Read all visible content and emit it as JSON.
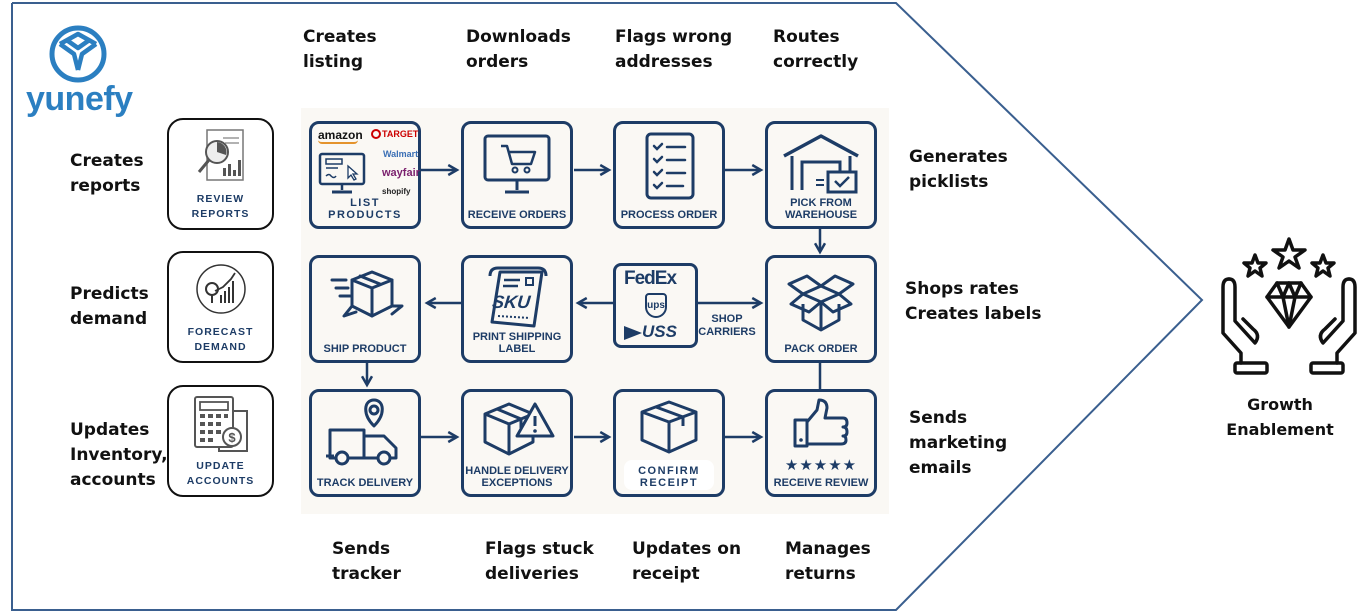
{
  "brand": {
    "name": "yunefy",
    "logo_icon": "yunefy-logo-icon",
    "brand_color": "#2b7fc1"
  },
  "colors": {
    "outline": "#3a5f8f",
    "card_navy": "#1d3c66",
    "panel_bg": "#faf8f4",
    "text": "#111111"
  },
  "top_labels": [
    {
      "text": "Creates\nlisting"
    },
    {
      "text": "Downloads\norders"
    },
    {
      "text": "Flags wrong\naddresses"
    },
    {
      "text": "Routes\ncorrectly"
    }
  ],
  "bottom_labels": [
    {
      "text": "Sends\ntracker"
    },
    {
      "text": "Flags stuck\ndeliveries"
    },
    {
      "text": "Updates on\nreceipt"
    },
    {
      "text": "Manages\nreturns"
    }
  ],
  "right_labels": [
    {
      "text": "Generates\npicklists"
    },
    {
      "text": "Shops rates\nCreates labels"
    },
    {
      "text": "Sends\nmarketing\nemails"
    }
  ],
  "left_labels": [
    {
      "text": "Creates\nreports"
    },
    {
      "text": "Predicts\ndemand"
    },
    {
      "text": "Updates\nInventory,\naccounts"
    }
  ],
  "side_cards": [
    {
      "label": "REVIEW\nREPORTS",
      "icon": "report-magnifier-icon"
    },
    {
      "label": "FORECAST\nDEMAND",
      "icon": "forecast-chart-icon"
    },
    {
      "label": "UPDATE\nACCOUNTS",
      "icon": "calculator-invoice-icon"
    }
  ],
  "workflow": {
    "steps": [
      {
        "label": "LIST PRODUCTS",
        "icon": "monitor-listing-icon"
      },
      {
        "label": "RECEIVE ORDERS",
        "icon": "shopping-cart-monitor-icon"
      },
      {
        "label": "PROCESS ORDER",
        "icon": "checklist-icon"
      },
      {
        "label": "PICK FROM\nWAREHOUSE",
        "icon": "warehouse-icon"
      },
      {
        "label": "PACK ORDER",
        "icon": "open-box-icon"
      },
      {
        "label": "PRINT SHIPPING\nLABEL",
        "icon": "sku-label-printer-icon"
      },
      {
        "label": "SHIP PRODUCT",
        "icon": "moving-package-icon"
      },
      {
        "label": "TRACK DELIVERY",
        "icon": "delivery-truck-pin-icon"
      },
      {
        "label": "HANDLE DELIVERY\nEXCEPTIONS",
        "icon": "package-warning-icon"
      },
      {
        "label": "CONFIRM\nRECEIPT",
        "icon": "closed-box-icon"
      },
      {
        "label": "RECEIVE REVIEW",
        "icon": "thumbs-up-stars-icon"
      }
    ],
    "marketplaces": [
      "amazon",
      "TARGET",
      "Walmart",
      "wayfair",
      "shopify"
    ],
    "carriers": [
      "FedEx",
      "ups",
      "USS"
    ],
    "shop_carriers_label": "SHOP\nCARRIERS",
    "review_stars": 5
  },
  "outcome": {
    "label": "Growth\nEnablement",
    "icon": "hands-diamond-stars-icon"
  }
}
